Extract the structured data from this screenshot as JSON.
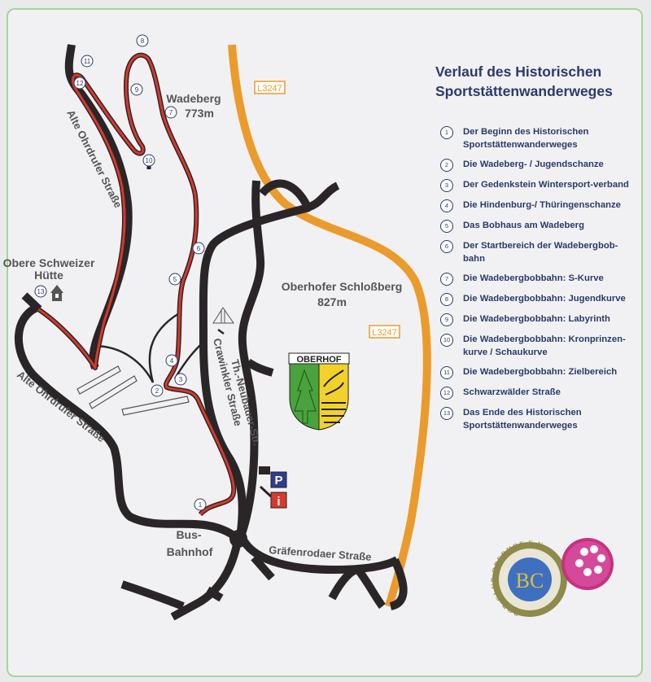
{
  "legend": {
    "title_line1": "Verlauf des Historischen",
    "title_line2": "Sportstättenwanderweges",
    "items": [
      {
        "num": "1",
        "text": "Der Beginn des Historischen Sportstättenwanderweges"
      },
      {
        "num": "2",
        "text": "Die Wadeberg- / Jugendschanze"
      },
      {
        "num": "3",
        "text": "Der Gedenkstein Wintersport-verband"
      },
      {
        "num": "4",
        "text": "Die Hindenburg-/ Thüringenschanze"
      },
      {
        "num": "5",
        "text": "Das Bobhaus am Wadeberg"
      },
      {
        "num": "6",
        "text": "Der Startbereich der Wadebergbob-bahn"
      },
      {
        "num": "7",
        "text": "Die Wadebergbobbahn: S-Kurve"
      },
      {
        "num": "8",
        "text": "Die Wadebergbobbahn: Jugendkurve"
      },
      {
        "num": "9",
        "text": "Die Wadebergbobbahn: Labyrinth"
      },
      {
        "num": "10",
        "text": "Die Wadebergbobbahn: Kronprinzen-kurve / Schaukurve"
      },
      {
        "num": "11",
        "text": "Die Wadebergbobbahn: Zielbereich"
      },
      {
        "num": "12",
        "text": "Schwarzwälder Straße"
      },
      {
        "num": "13",
        "text": "Das Ende des Historischen Sportstättenwanderweges"
      }
    ]
  },
  "map": {
    "road_label_l3247": "L3247",
    "wadeberg": "Wadeberg",
    "wadeberg_height": "773m",
    "schlossberg": "Oberhofer Schloßberg",
    "schlossberg_height": "827m",
    "alte_ohrdrufer_1": "Alte Ohrdrufer Straße",
    "alte_ohrdrufer_2": "Alte Ohrdrufer Straße",
    "huette_line1": "Obere Schweizer",
    "huette_line2": "Hütte",
    "neubauer": "Th.-Neubauer-Str.",
    "crawinkler": "Crawinkler Straße",
    "bus_line1": "Bus-",
    "bus_line2": "Bahnhof",
    "graefenrodaer": "Gräfenrodaer Straße",
    "coat_of_arms": "OBERHOF",
    "parking": "P",
    "info": "i",
    "badge_text": "BOB-CLUB OBERHOF E.V."
  },
  "colors": {
    "route": "#d9372b",
    "l3247": "#eb9b2c",
    "text": "#2b3a6b",
    "parking": "#2f3b92",
    "info": "#d63a2f"
  }
}
